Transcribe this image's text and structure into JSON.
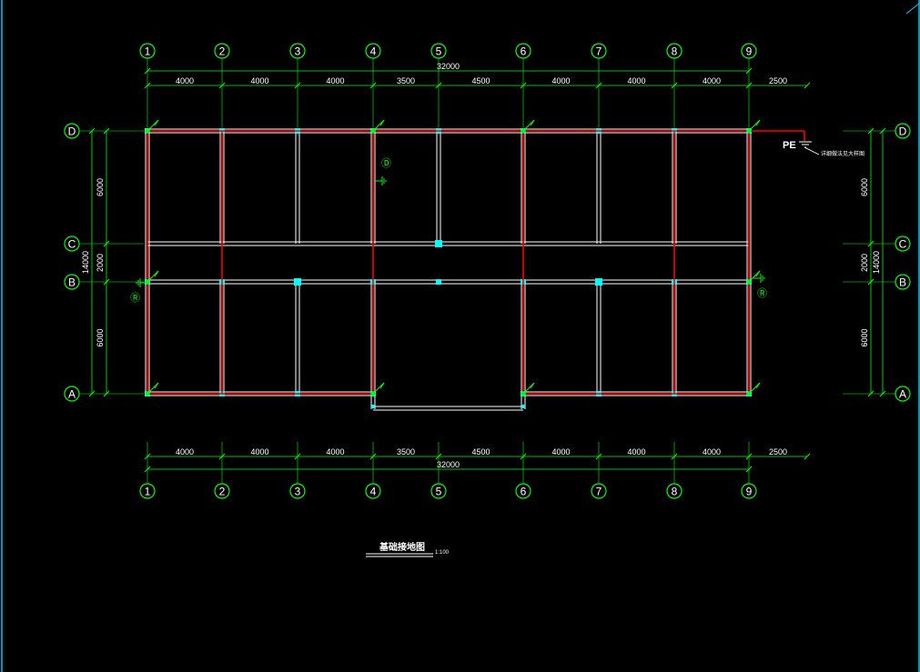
{
  "drawing": {
    "title": "基础接地图",
    "scale": "1:100",
    "pe_label": "PE",
    "pe_note": "详细做法见大样图",
    "colors": {
      "background": "#000000",
      "frame": "#00c8ff",
      "grid": "#00ff00",
      "dimension": "#00ff00",
      "text": "#ffffff",
      "wall": "#ffffff",
      "ground_conductor": "#ff0000",
      "column": "#00ffff"
    }
  },
  "axes": {
    "columns": [
      {
        "label": "1",
        "dim_after": "4000"
      },
      {
        "label": "2",
        "dim_after": "4000"
      },
      {
        "label": "3",
        "dim_after": "4000"
      },
      {
        "label": "4",
        "dim_after": "3500"
      },
      {
        "label": "5",
        "dim_after": "4500"
      },
      {
        "label": "6",
        "dim_after": "4000"
      },
      {
        "label": "7",
        "dim_after": "4000"
      },
      {
        "label": "8",
        "dim_after": "4000"
      },
      {
        "label": "9",
        "dim_after": "2500"
      }
    ],
    "column_total": "32000",
    "rows": [
      {
        "label": "D",
        "dim_below": "6000"
      },
      {
        "label": "C",
        "dim_below": "2000"
      },
      {
        "label": "B",
        "dim_below": "6000"
      },
      {
        "label": "A",
        "dim_below": ""
      }
    ],
    "row_total": "14000"
  },
  "symbols": {
    "ground_test_point": "Ⓓ",
    "resistance_test_point": "Ⓡ"
  }
}
